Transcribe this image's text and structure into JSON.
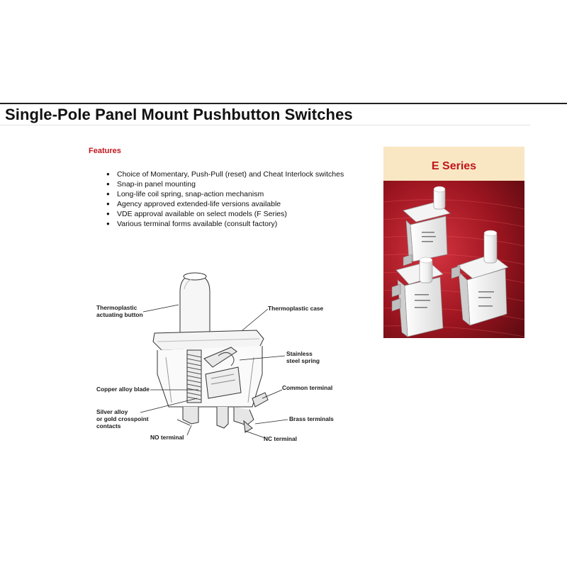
{
  "document": {
    "title": "Single-Pole Panel Mount Pushbutton Switches"
  },
  "features": {
    "heading": "Features",
    "items": [
      "Choice of Momentary, Push-Pull (reset) and Cheat Interlock switches",
      "Snap-in panel mounting",
      "Long-life coil spring, snap-action mechanism",
      "Agency approved extended-life versions available",
      "VDE approval available on select models (F Series)",
      "Various terminal forms available (consult factory)"
    ]
  },
  "series_card": {
    "title": "E Series"
  },
  "diagram": {
    "labels": {
      "actuating_button_1": "Thermoplastic",
      "actuating_button_2": "actuating button",
      "case": "Thermoplastic case",
      "spring_1": "Stainless",
      "spring_2": "steel spring",
      "blade": "Copper alloy blade",
      "common": "Common terminal",
      "contacts_1": "Silver alloy",
      "contacts_2": "or gold crosspoint",
      "contacts_3": "contacts",
      "brass": "Brass terminals",
      "no_terminal": "NO terminal",
      "nc_terminal": "NC terminal"
    }
  },
  "colors": {
    "feature_heading": "#c0161c",
    "series_banner": "#f9e7c4",
    "series_title": "#c0161c",
    "photo_background": "#8e0f18"
  }
}
